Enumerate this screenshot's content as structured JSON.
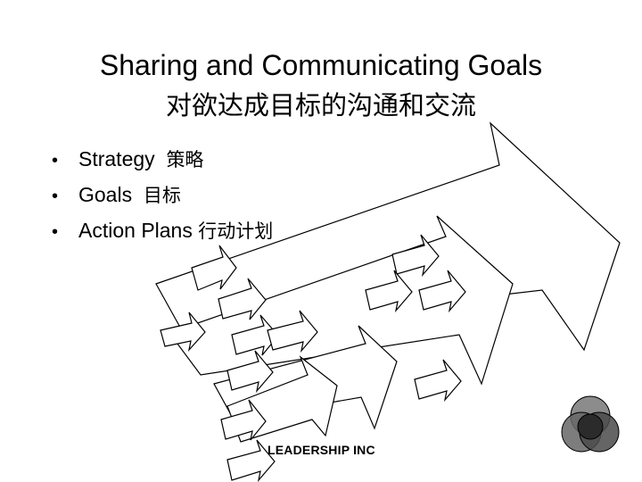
{
  "slide": {
    "title_en": "Sharing and Communicating Goals",
    "title_zh": "对欲达成目标的沟通和交流",
    "bullets": [
      {
        "en": "Strategy",
        "zh": "策略"
      },
      {
        "en": "Goals",
        "zh": "目标"
      },
      {
        "en": "Action Plans",
        "zh": "行动计划"
      }
    ],
    "footer": "LEADERSHIP INC"
  },
  "logo": {
    "colors": [
      "#8c8c8c",
      "#666666",
      "#4a4a4a",
      "#2b2b2b"
    ]
  },
  "arrow_color": "#000000"
}
